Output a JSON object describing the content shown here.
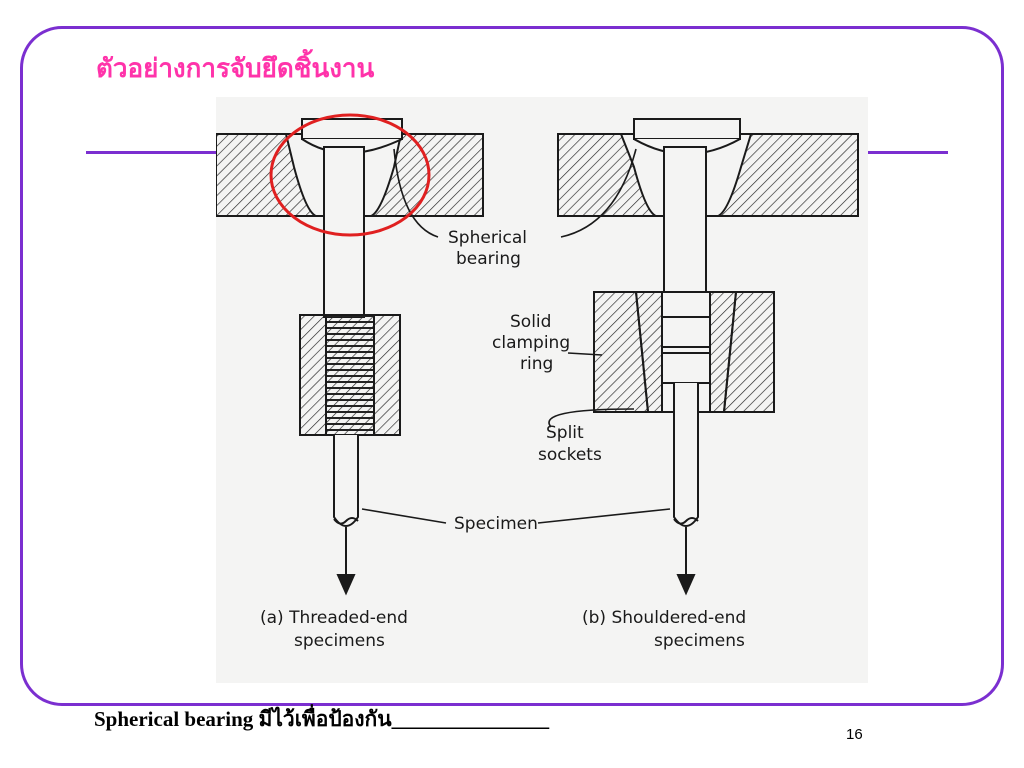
{
  "slide": {
    "title": "ตัวอย่างการจับยึดชิ้นงาน",
    "caption": "Spherical bearing มีไว้เพื่อป้องกัน_______________",
    "page_number": "16",
    "colors": {
      "frame": "#7b2fd0",
      "title": "#ff33aa",
      "highlight": "#e02020"
    }
  },
  "figure": {
    "labels": {
      "spherical_bearing_1": "Spherical",
      "spherical_bearing_2": "bearing",
      "solid_clamping_1": "Solid",
      "solid_clamping_2": "clamping",
      "solid_clamping_3": "ring",
      "split_sockets_1": "Split",
      "split_sockets_2": "sockets",
      "specimen": "Specimen",
      "caption_a_1": "(a) Threaded-end",
      "caption_a_2": "specimens",
      "caption_b_1": "(b) Shouldered-end",
      "caption_b_2": "specimens"
    }
  }
}
